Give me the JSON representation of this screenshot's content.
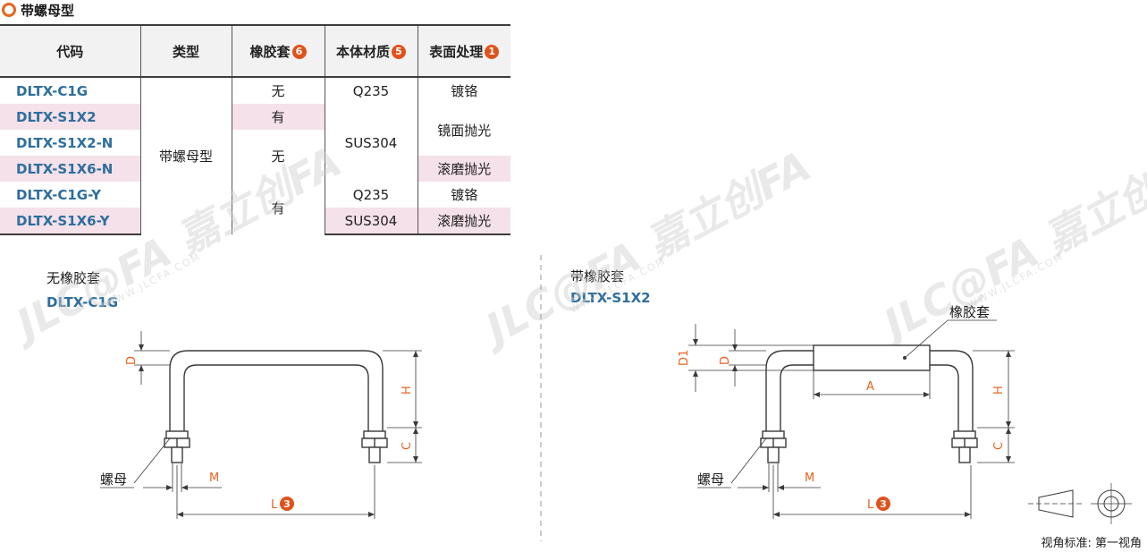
{
  "title": "带螺母型",
  "table": {
    "headers": {
      "code": "代码",
      "type": "类型",
      "sleeve": "橡胶套",
      "sleeve_badge": "6",
      "material": "本体材质",
      "material_badge": "5",
      "surface": "表面处理",
      "surface_badge": "1"
    },
    "rows": [
      {
        "code": "DLTX-C1G"
      },
      {
        "code": "DLTX-S1X2"
      },
      {
        "code": "DLTX-S1X2-N"
      },
      {
        "code": "DLTX-S1X6-N"
      },
      {
        "code": "DLTX-C1G-Y"
      },
      {
        "code": "DLTX-S1X6-Y"
      }
    ],
    "type_value": "带螺母型",
    "sleeve_values": {
      "r1": "无",
      "r2": "有",
      "r34": "无",
      "r56": "有"
    },
    "material_values": {
      "r1": "Q235",
      "r34": "SUS304",
      "r5": "Q235",
      "r6": "SUS304"
    },
    "surface_values": {
      "r1": "镀铬",
      "r23": "镜面抛光",
      "r4": "滚磨抛光",
      "r5": "镀铬",
      "r6": "滚磨抛光"
    }
  },
  "left_drawing": {
    "title": "无橡胶套",
    "code": "DLTX-C1G",
    "dims": {
      "d": "D",
      "h": "H",
      "c": "C",
      "m": "M",
      "l": "L",
      "l_badge": "3"
    },
    "callout_nut": "螺母"
  },
  "right_drawing": {
    "title": "带橡胶套",
    "code": "DLTX-S1X2",
    "dims": {
      "d1": "D1",
      "d": "D",
      "a": "A",
      "h": "H",
      "c": "C",
      "m": "M",
      "l": "L",
      "l_badge": "3"
    },
    "callout_nut": "螺母",
    "callout_sleeve": "橡胶套"
  },
  "watermark": {
    "text": "JLC@FA 嘉立创FA",
    "small": "WWW.JLCFA.COM"
  },
  "view_standard": "视角标准: 第一视角",
  "colors": {
    "accent": "#e8641e",
    "code_blue": "#2e6e9e",
    "row_pink": "#f5e1ea"
  }
}
